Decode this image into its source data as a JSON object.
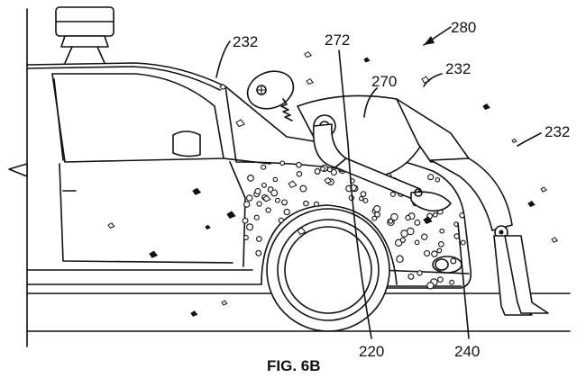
{
  "figure": {
    "caption": "FIG. 6B",
    "labels": {
      "ref_280": "280",
      "ref_272": "272",
      "ref_270": "270",
      "ref_232_a": "232",
      "ref_232_b": "232",
      "ref_232_c": "232",
      "ref_220": "220",
      "ref_240": "240"
    }
  }
}
